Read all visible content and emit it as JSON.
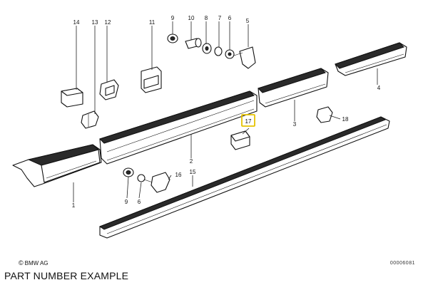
{
  "diagram": {
    "callouts": [
      {
        "id": "c1",
        "label": "1"
      },
      {
        "id": "c2",
        "label": "2"
      },
      {
        "id": "c3",
        "label": "3"
      },
      {
        "id": "c4",
        "label": "4"
      },
      {
        "id": "c5",
        "label": "5"
      },
      {
        "id": "c6a",
        "label": "6"
      },
      {
        "id": "c6b",
        "label": "6"
      },
      {
        "id": "c7",
        "label": "7"
      },
      {
        "id": "c8",
        "label": "8"
      },
      {
        "id": "c9a",
        "label": "9"
      },
      {
        "id": "c9b",
        "label": "9"
      },
      {
        "id": "c10",
        "label": "10"
      },
      {
        "id": "c11",
        "label": "11"
      },
      {
        "id": "c12",
        "label": "12"
      },
      {
        "id": "c13",
        "label": "13"
      },
      {
        "id": "c14",
        "label": "14"
      },
      {
        "id": "c15",
        "label": "15"
      },
      {
        "id": "c16",
        "label": "16"
      },
      {
        "id": "c17",
        "label": "17"
      },
      {
        "id": "c18",
        "label": "18"
      }
    ],
    "highlight_label": "17",
    "highlight_color": "#e6c200"
  },
  "copyright": {
    "symbol": "©",
    "text": "BMW AG"
  },
  "drawing_code": "00006081",
  "footer_caption": "PART NUMBER EXAMPLE"
}
